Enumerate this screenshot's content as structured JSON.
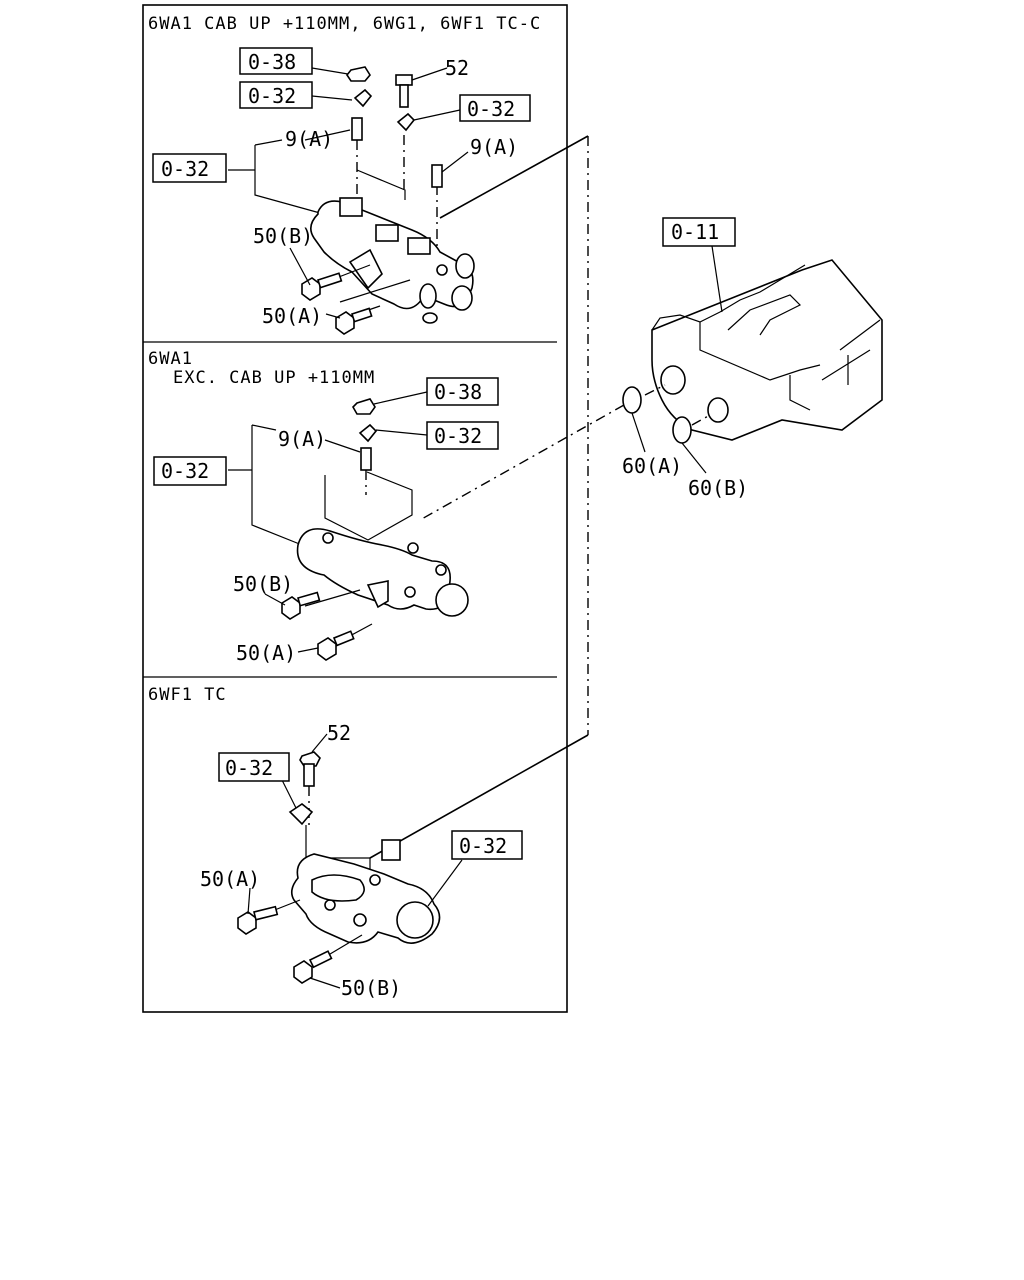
{
  "sections": [
    {
      "id": "s1",
      "title": "6WA1 CAB UP +110MM, 6WG1, 6WF1 TC-C"
    },
    {
      "id": "s2",
      "title": "6WA1",
      "subtitle": "EXC. CAB UP +110MM"
    },
    {
      "id": "s3",
      "title": "6WF1 TC"
    }
  ],
  "callouts": {
    "s1_ref_038": "0-38",
    "s1_ref_032_top": "0-32",
    "s1_ref_032_right": "0-32",
    "s1_ref_032_left": "0-32",
    "s1_52": "52",
    "s1_9a_left": "9(A)",
    "s1_9a_right": "9(A)",
    "s1_50b": "50(B)",
    "s1_50a": "50(A)",
    "s2_ref_038": "0-38",
    "s2_ref_032_right": "0-32",
    "s2_ref_032_left": "0-32",
    "s2_9a": "9(A)",
    "s2_50b": "50(B)",
    "s2_50a": "50(A)",
    "s3_52": "52",
    "s3_ref_032_left": "0-32",
    "s3_ref_032_right": "0-32",
    "s3_50a": "50(A)",
    "s3_50b": "50(B)",
    "head_ref_011": "0-11",
    "ring_60a": "60(A)",
    "ring_60b": "60(B)"
  }
}
